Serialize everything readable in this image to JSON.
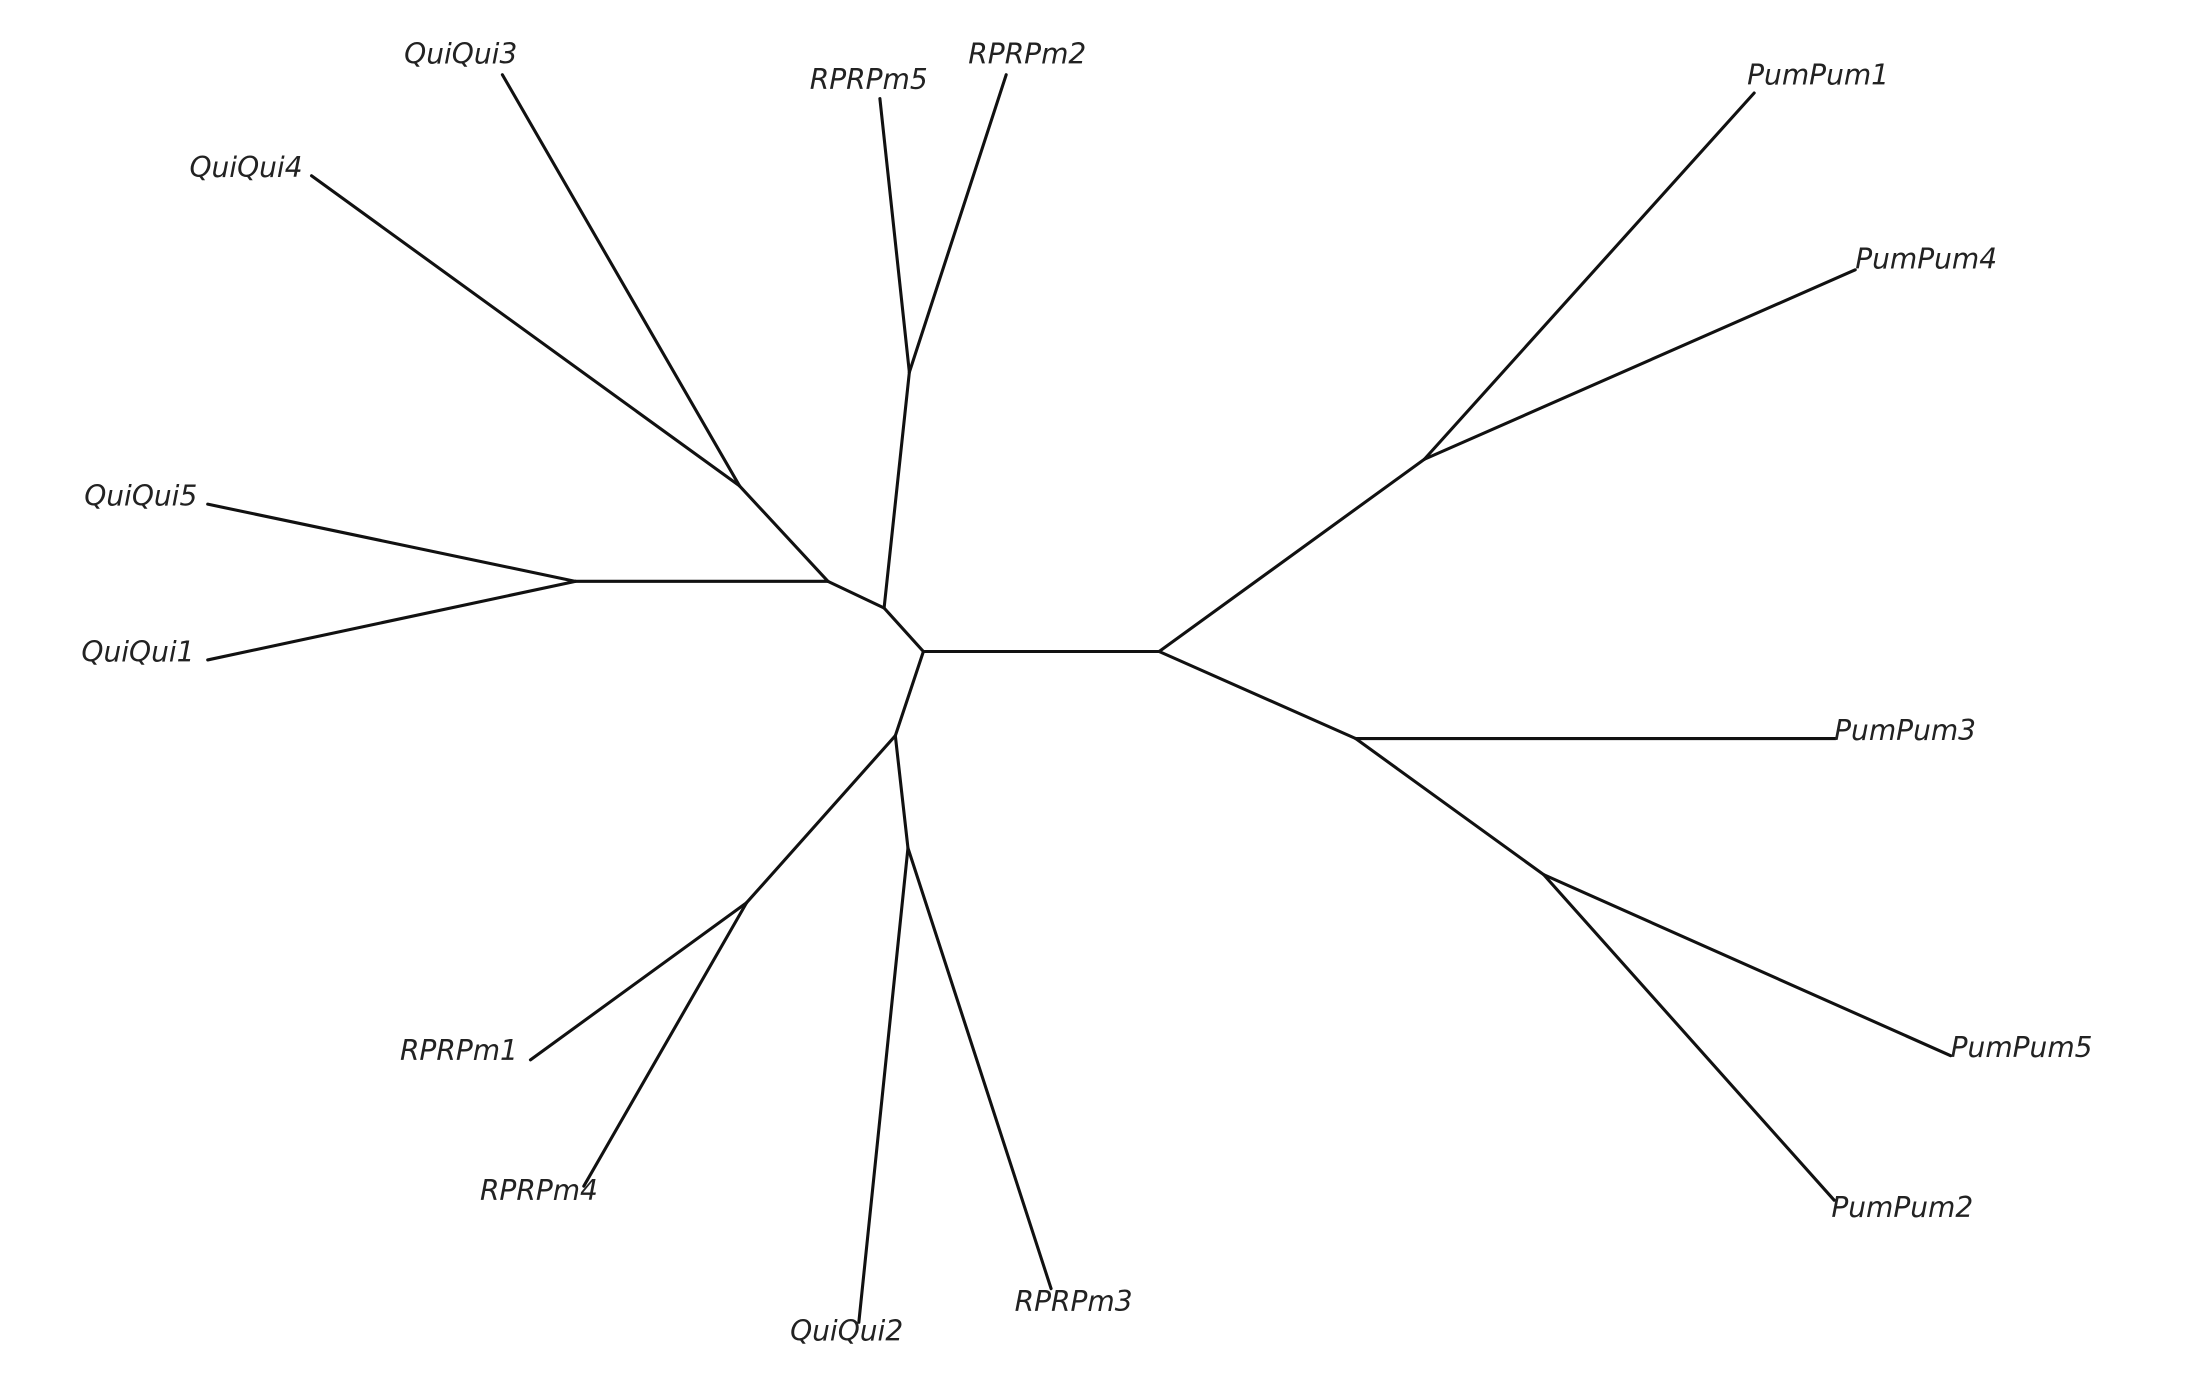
{
  "diagram": {
    "type": "unrooted-phylogenetic-tree",
    "line_color": "#111111",
    "text_color": "#222222",
    "tree": {
      "name": "root",
      "children": [
        {
          "name": "n1",
          "children": [
            {
              "name": "n_rprp_a",
              "children": [
                {
                  "name": "RPRPm5"
                },
                {
                  "name": "RPRPm2"
                }
              ]
            },
            {
              "name": "n_qui",
              "children": [
                {
                  "name": "n_qui_a",
                  "children": [
                    {
                      "name": "QuiQui3"
                    },
                    {
                      "name": "QuiQui4"
                    }
                  ]
                },
                {
                  "name": "n_qui_b",
                  "children": [
                    {
                      "name": "QuiQui5"
                    },
                    {
                      "name": "QuiQui1"
                    }
                  ]
                }
              ]
            }
          ]
        },
        {
          "name": "n2",
          "children": [
            {
              "name": "n_rprp_b",
              "children": [
                {
                  "name": "RPRPm1"
                },
                {
                  "name": "RPRPm4"
                }
              ]
            },
            {
              "name": "n_mix",
              "children": [
                {
                  "name": "QuiQui2"
                },
                {
                  "name": "RPRPm3"
                }
              ]
            }
          ]
        },
        {
          "name": "n_pum",
          "children": [
            {
              "name": "n_pum_a",
              "children": [
                {
                  "name": "PumPum1"
                },
                {
                  "name": "PumPum4"
                }
              ]
            },
            {
              "name": "n_pum_b",
              "children": [
                {
                  "name": "PumPum3"
                },
                {
                  "name": "n_pum_c",
                  "children": [
                    {
                      "name": "PumPum5"
                    },
                    {
                      "name": "PumPum2"
                    }
                  ]
                }
              ]
            }
          ]
        }
      ]
    },
    "leaves": [
      "QuiQui3",
      "RPRPm5",
      "RPRPm2",
      "PumPum1",
      "QuiQui4",
      "PumPum4",
      "QuiQui5",
      "QuiQui1",
      "PumPum3",
      "PumPum5",
      "RPRPm1",
      "RPRPm4",
      "PumPum2",
      "RPRPm3",
      "QuiQui2"
    ]
  }
}
